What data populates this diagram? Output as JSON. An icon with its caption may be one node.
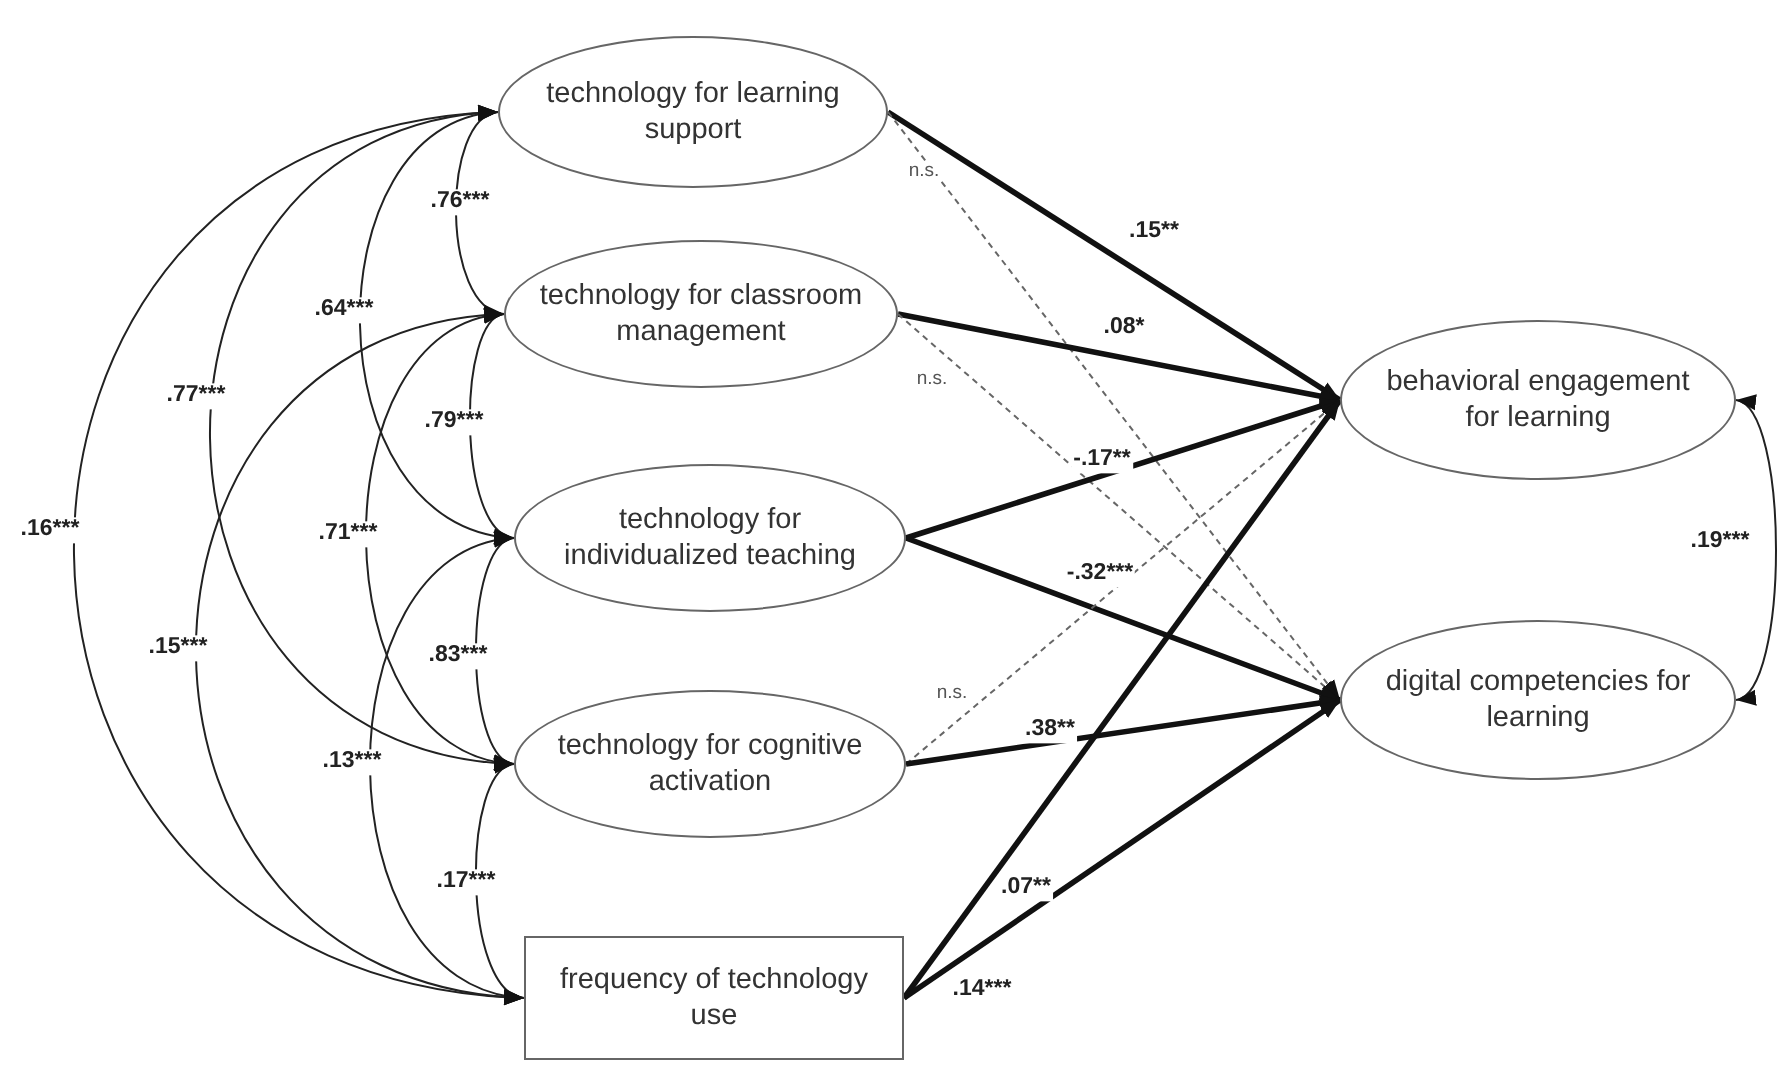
{
  "diagram": {
    "nodes": [
      {
        "text": [
          "technology for learning support"
        ]
      },
      {
        "text": [
          "technology for classroom management"
        ]
      },
      {
        "text": [
          "technology for individualized teaching"
        ]
      },
      {
        "text": [
          "technology for cognitive activation"
        ]
      },
      {
        "text": [
          "frequency of technology use"
        ]
      },
      {
        "text": [
          "behavioral engagement for learning"
        ]
      },
      {
        "text": [
          "digital competencies for learning"
        ]
      }
    ],
    "edges": [
      {
        "from": 0,
        "to": 1,
        "arrow": "both",
        "label": ".76***"
      },
      {
        "from": 0,
        "to": 2,
        "arrow": "both",
        "label": ".64***"
      },
      {
        "from": 0,
        "to": 3,
        "arrow": "both",
        "label": ".77***"
      },
      {
        "from": 0,
        "to": 4,
        "arrow": "both",
        "label": ".16***"
      },
      {
        "from": 1,
        "to": 2,
        "arrow": "both",
        "label": ".79***"
      },
      {
        "from": 1,
        "to": 3,
        "arrow": "both",
        "label": ".71***"
      },
      {
        "from": 1,
        "to": 4,
        "arrow": "both",
        "label": ".15***"
      },
      {
        "from": 2,
        "to": 3,
        "arrow": "both",
        "label": ".83***"
      },
      {
        "from": 2,
        "to": 4,
        "arrow": "both",
        "label": ".13***"
      },
      {
        "from": 3,
        "to": 4,
        "arrow": "both",
        "label": ".17***"
      },
      {
        "from": 0,
        "to": 5,
        "arrow": "to",
        "label": ".15**",
        "style": "thick"
      },
      {
        "from": 0,
        "to": 6,
        "arrow": "to",
        "label": "n.s.",
        "style": "dashed"
      },
      {
        "from": 1,
        "to": 5,
        "arrow": "to",
        "label": ".08*",
        "style": "thick"
      },
      {
        "from": 1,
        "to": 6,
        "arrow": "to",
        "label": "n.s.",
        "style": "dashed"
      },
      {
        "from": 2,
        "to": 5,
        "arrow": "to",
        "label": "-.17**",
        "style": "thick"
      },
      {
        "from": 2,
        "to": 6,
        "arrow": "to",
        "label": "-.32***",
        "style": "thick"
      },
      {
        "from": 3,
        "to": 5,
        "arrow": "to",
        "label": "n.s.",
        "style": "dashed"
      },
      {
        "from": 3,
        "to": 6,
        "arrow": "to",
        "label": ".38**",
        "style": "thick"
      },
      {
        "from": 4,
        "to": 5,
        "arrow": "to",
        "label": ".07**",
        "style": "thick"
      },
      {
        "from": 4,
        "to": 6,
        "arrow": "to",
        "label": ".14***",
        "style": "thick"
      },
      {
        "from": 5,
        "to": 6,
        "arrow": "both",
        "label": ".19***"
      }
    ]
  }
}
